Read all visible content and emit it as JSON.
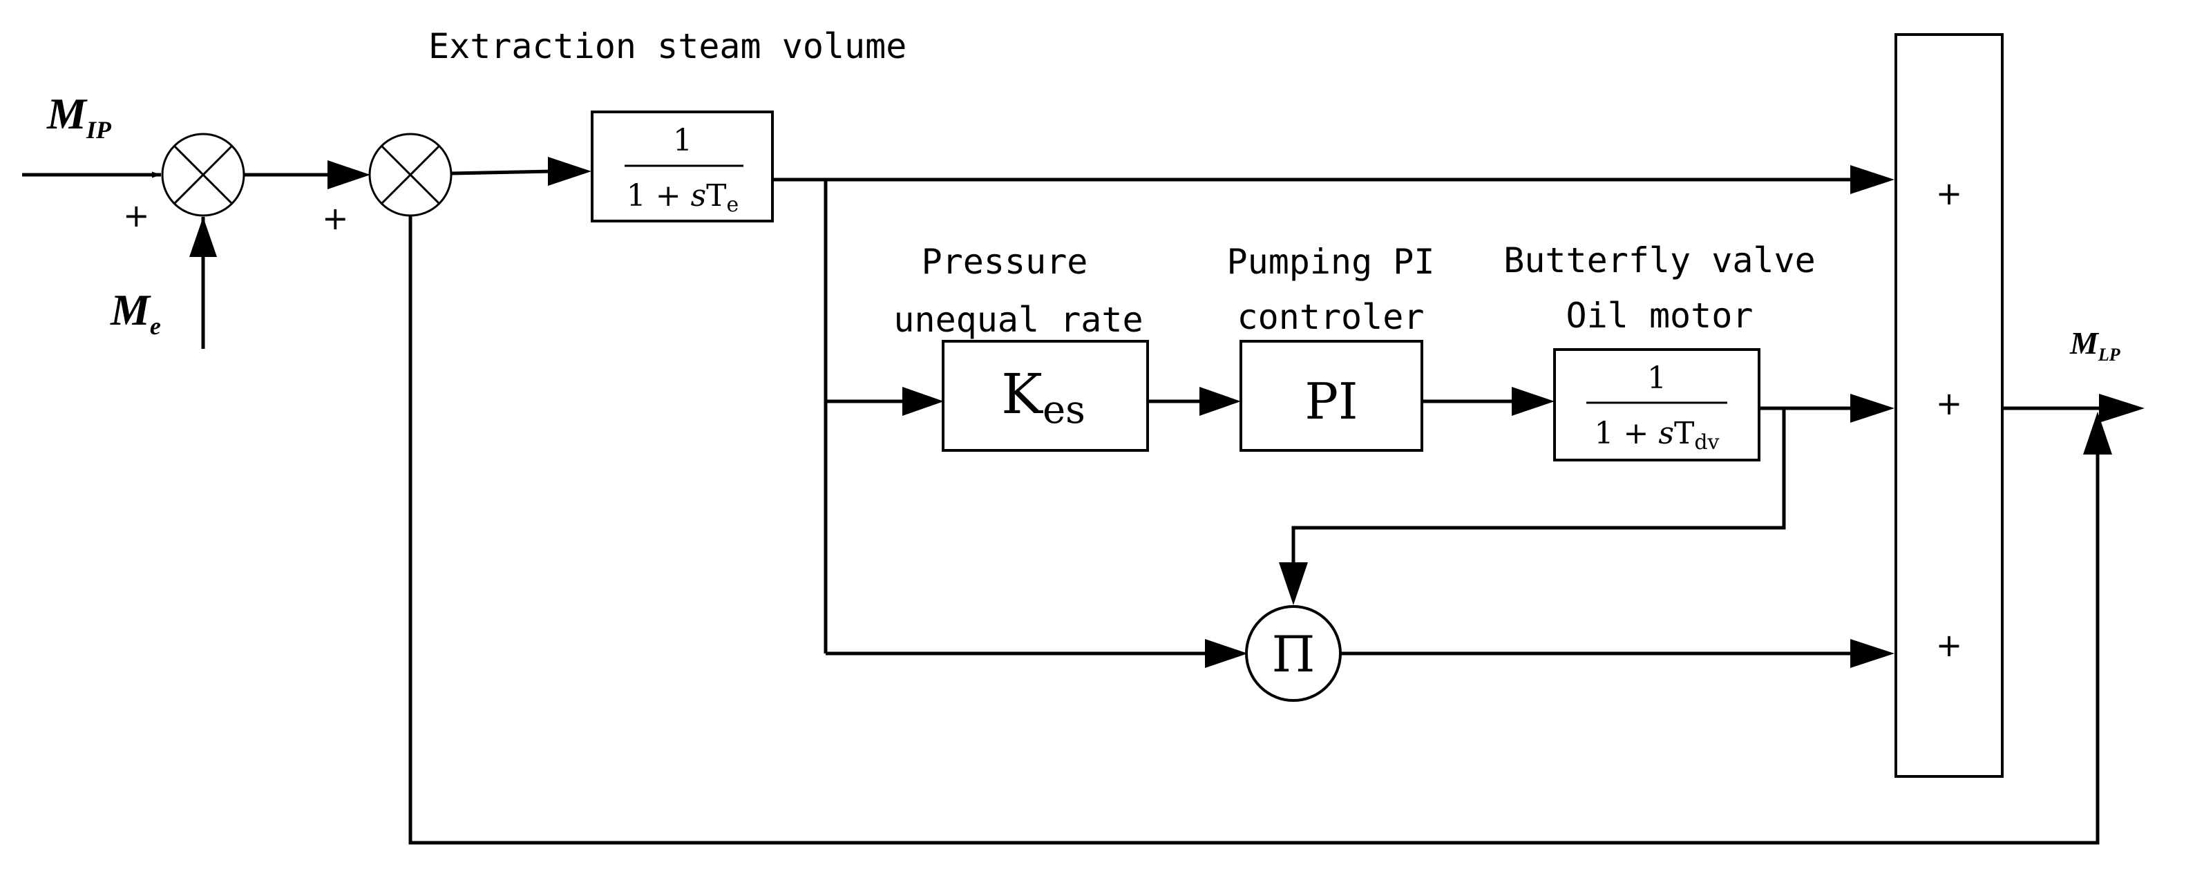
{
  "labels": {
    "extraction_title": "Extraction steam volume",
    "pressure_line1": "Pressure",
    "pressure_line2": "unequal rate",
    "pumping_line1": "Pumping PI",
    "pumping_line2": "controler",
    "butterfly_line1": "Butterfly valve",
    "butterfly_line2": "Oil motor"
  },
  "signals": {
    "input_ip": {
      "main": "M",
      "sub": "IP"
    },
    "input_e": {
      "main": "M",
      "sub": "e"
    },
    "output_lp": {
      "main": "M",
      "sub": "LP"
    }
  },
  "blocks": {
    "te_block": {
      "numerator": "1",
      "denominator_prefix": "1 + ",
      "s": "s",
      "T": "T",
      "sub": "e"
    },
    "kes_block": {
      "main": "K",
      "sub": "es"
    },
    "pi_block": {
      "label": "PI"
    },
    "tdv_block": {
      "numerator": "1",
      "denominator_prefix": "1 + ",
      "s": "s",
      "T": "T",
      "sub": "dv"
    },
    "multiplier": {
      "symbol": "Π"
    }
  },
  "signs": {
    "sum1_left": "+",
    "sum2_left": "+",
    "adder_top": "+",
    "adder_mid": "+",
    "adder_bottom": "+"
  }
}
